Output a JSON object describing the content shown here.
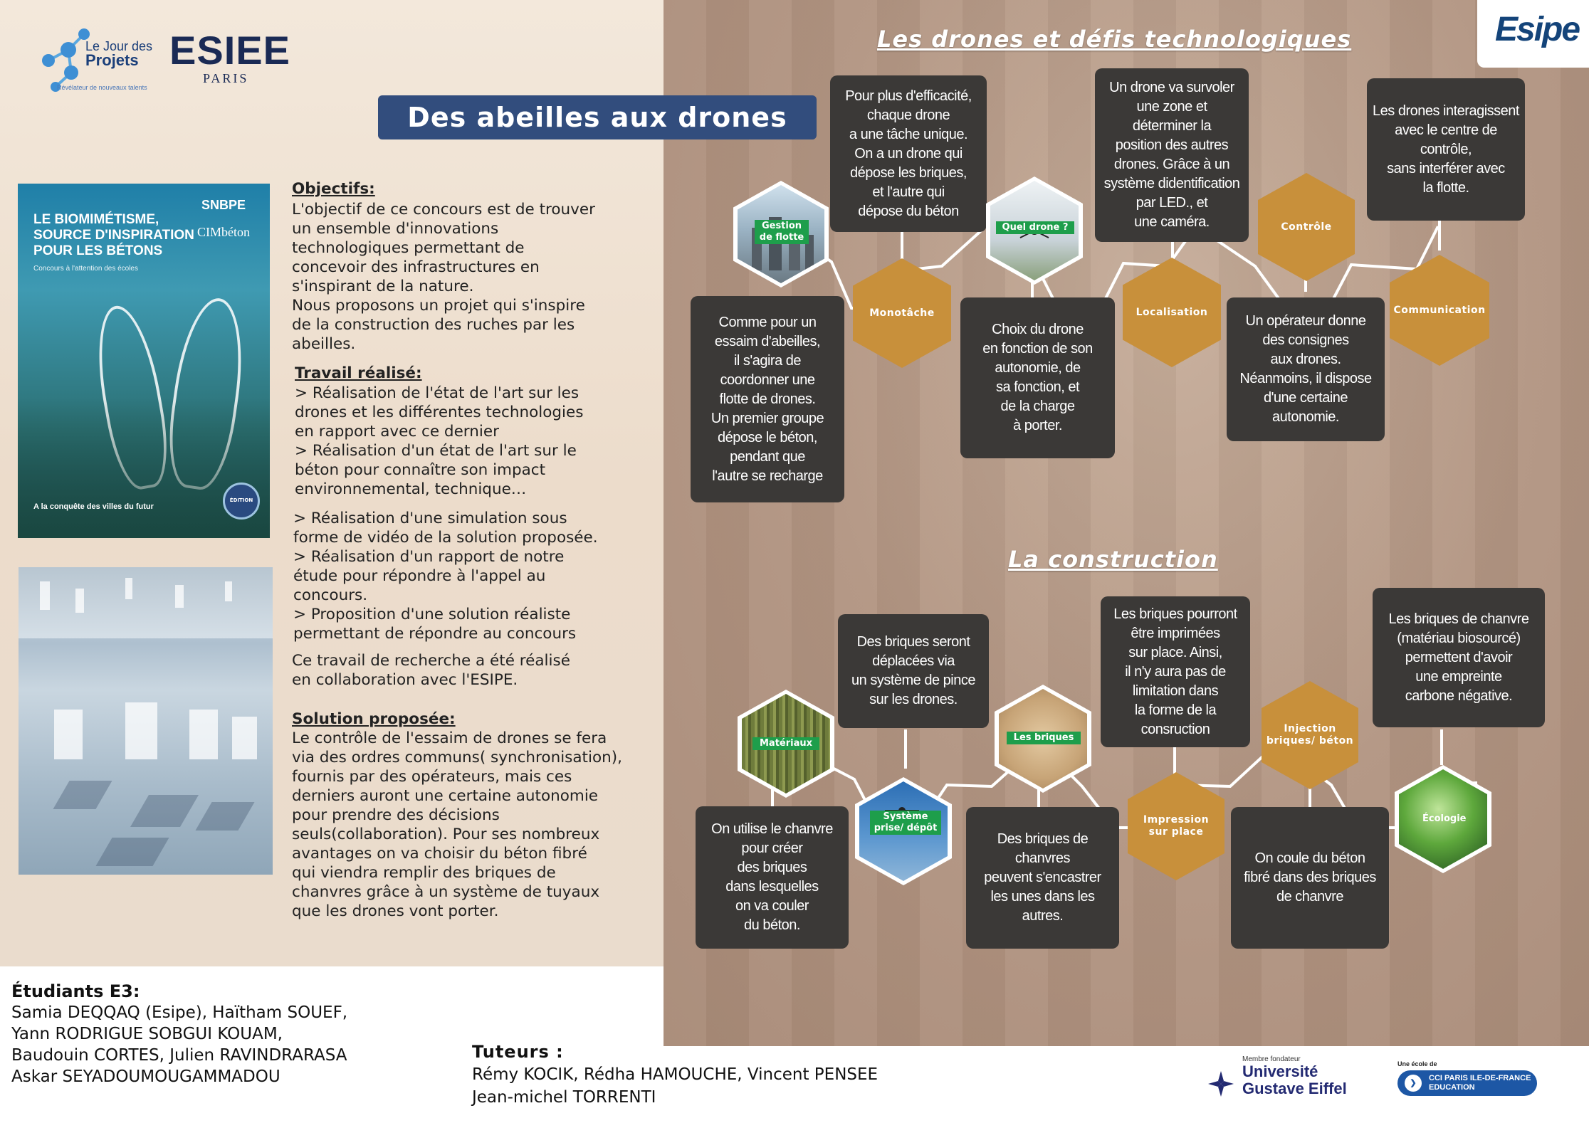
{
  "logos": {
    "jour_des_projets": "Le Jour des Projets",
    "jour_des_projets_line1": "Le Jour des",
    "jour_des_projets_line2": "Projets",
    "jour_des_projets_tagline": "Révélateur de nouveaux talents",
    "esiee": "ESIEE",
    "esiee_city": "PARIS",
    "esipe": "Esipe"
  },
  "title": "Des abeilles aux drones",
  "cover": {
    "title_line1": "LE BIOMIMÉTISME,",
    "title_line2": "SOURCE D'INSPIRATION",
    "title_line3": "POUR LES BÉTONS",
    "subtitle": "Concours à l'attention des écoles",
    "snbpe": "SNBPE",
    "cimbeton": "CIMbéton",
    "bottom": "A la conquête des villes du futur",
    "badge": "ÉDITION"
  },
  "left": {
    "objectifs_heading": "Objectifs:",
    "objectifs_body": "L'objectif de ce concours est de trouver\nun ensemble d'innovations\ntechnologiques permettant de\nconcevoir des infrastructures en\ns'inspirant de la nature.\nNous proposons un projet qui s'inspire\nde la construction des ruches par les\nabeilles.",
    "travail_heading": "Travail réalisé:",
    "travail_body1": "> Réalisation de l'état de l'art sur les\ndrones et les différentes technologies\nen rapport avec ce dernier\n> Réalisation d'un état de l'art sur le\nbéton pour connaître son impact\nenvironnemental, technique…",
    "travail_body2": "> Réalisation d'une simulation sous\nforme de vidéo de la solution proposée.\n> Réalisation d'un rapport de notre\nétude pour répondre à l'appel au\nconcours.\n> Proposition d'une solution réaliste\npermettant de répondre au concours",
    "collab": "Ce travail de recherche a été réalisé\nen collaboration avec l'ESIPE.",
    "solution_heading": "Solution proposée:",
    "solution_body": " Le contrôle de l'essaim de drones se fera\nvia des ordres communs( synchronisation),\nfournis par des opérateurs, mais ces\nderniers auront une certaine autonomie\npour prendre des décisions\nseuls(collaboration). Pour ses nombreux\navantages on va choisir du béton fibré\nqui viendra remplir des briques de\nchanvres grâce à un système de tuyaux\nque les drones vont porter."
  },
  "drones": {
    "section_title": "Les drones et défis technologiques",
    "box_monotache": "Pour plus d'efficacité,\nchaque drone\na une tâche unique.\nOn a un drone qui\ndépose les briques,\net l'autre qui\ndépose du béton",
    "box_localisation": "Un drone va survoler\nune zone et\ndéterminer la\nposition des autres\ndrones. Grâce à un\nsystème didentification\npar  LED., et\nune caméra.",
    "box_communication": "Les drones interagissent\navec le centre de\ncontrôle,\nsans interférer avec\nla flotte.",
    "box_gestion": "Comme pour un\nessaim d'abeilles,\nil s'agira de\ncoordonner une\nflotte de drones.\nUn premier groupe\ndépose le béton,\npendant que\nl'autre se recharge",
    "box_quel": "Choix du drone\nen fonction de son\nautonomie,  de\nsa fonction, et\nde la charge\nà porter.",
    "box_controle": "Un opérateur donne\ndes consignes\naux drones.\nNéanmoins, il  dispose\nd'une certaine\nautonomie.",
    "hex_gestion": "Gestion\nde flotte",
    "hex_monotache": "Monotâche",
    "hex_quel": "Quel drone ?",
    "hex_localisation": "Localisation",
    "hex_controle": "Contrôle",
    "hex_communication": "Communication"
  },
  "construction": {
    "section_title": "La construction",
    "box_systeme": "Des briques seront\ndéplacées via\nun système de pince\nsur les drones.",
    "box_impression": "Les briques pourront\nêtre imprimées\nsur place. Ainsi,\nil n'y aura pas de\nlimitation dans\nla forme de la\nconsruction",
    "box_ecologie": "Les briques de chanvre\n(matériau biosourcé)\npermettent d'avoir\nune empreinte\ncarbone négative.",
    "box_materiaux": "On utilise le chanvre\npour créer\ndes briques\ndans lesquelles\non va couler\ndu béton.",
    "box_briques": "Des briques de\nchanvres\npeuvent s'encastrer\nles unes dans les\nautres.",
    "box_injection": "On coule  du béton\nfibré dans des briques\nde chanvre",
    "hex_materiaux": "Matériaux",
    "hex_systeme": "Système\nprise/ dépôt",
    "hex_briques": "Les briques",
    "hex_impression": "Impression\nsur place",
    "hex_injection": "Injection\nbriques/ béton",
    "hex_ecologie": "Écologie"
  },
  "footer": {
    "students_heading": "Étudiants E3:",
    "students_line1": "Samia DEQQAQ (Esipe), Haïtham SOUEF,",
    "students_line2": "Yann RODRIGUE SOBGUI KOUAM,",
    "students_line3": "Baudouin CORTES, Julien RAVINDRARASA",
    "students_line4": "Askar SEYADOUMOUGAMMADOU",
    "tutors_heading": "Tuteurs :",
    "tutors_line1": "Rémy KOCIK, Rédha HAMOUCHE, Vincent PENSEE",
    "tutors_line2": "Jean-michel TORRENTI",
    "uge_member": "Membre fondateur",
    "uge_line1": "Université",
    "uge_line2": "Gustave Eiffel",
    "cci_intro": "Une école de",
    "cci_line1": "CCI PARIS ILE-DE-FRANCE",
    "cci_line2": "EDUCATION"
  },
  "colors": {
    "hex_gold": "#c8903b",
    "box_dark": "#3b3937",
    "title_blue": "#324d7d",
    "tag_green": "#1e9e4b"
  }
}
